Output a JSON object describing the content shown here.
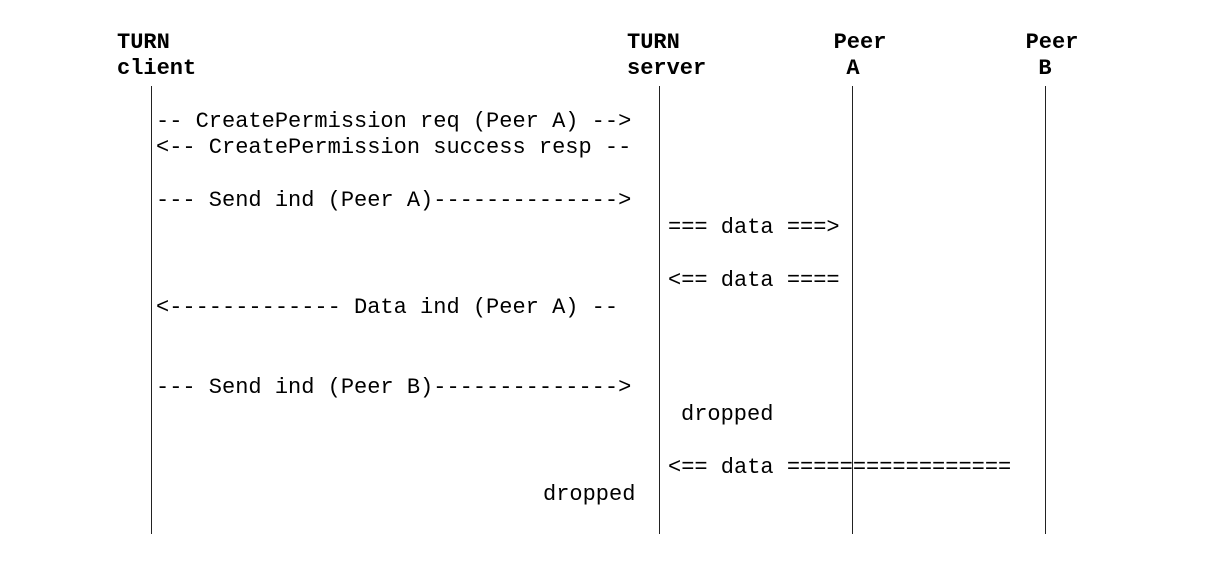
{
  "headers": {
    "turn_client": [
      "TURN",
      "client"
    ],
    "turn_server": [
      "TURN",
      "server"
    ],
    "peer_a": [
      "Peer",
      "A"
    ],
    "peer_b": [
      "Peer",
      "B"
    ]
  },
  "messages": {
    "m1": "-- CreatePermission req (Peer A) -->",
    "m2": "<-- CreatePermission success resp --",
    "m3": "--- Send ind (Peer A)-------------->",
    "m4": "=== data ===>",
    "m5": "<== data ====",
    "m6": "<------------- Data ind (Peer A) --",
    "m7": "--- Send ind (Peer B)-------------->",
    "m8": "dropped",
    "m9": "<== data =================",
    "m10": "dropped"
  }
}
